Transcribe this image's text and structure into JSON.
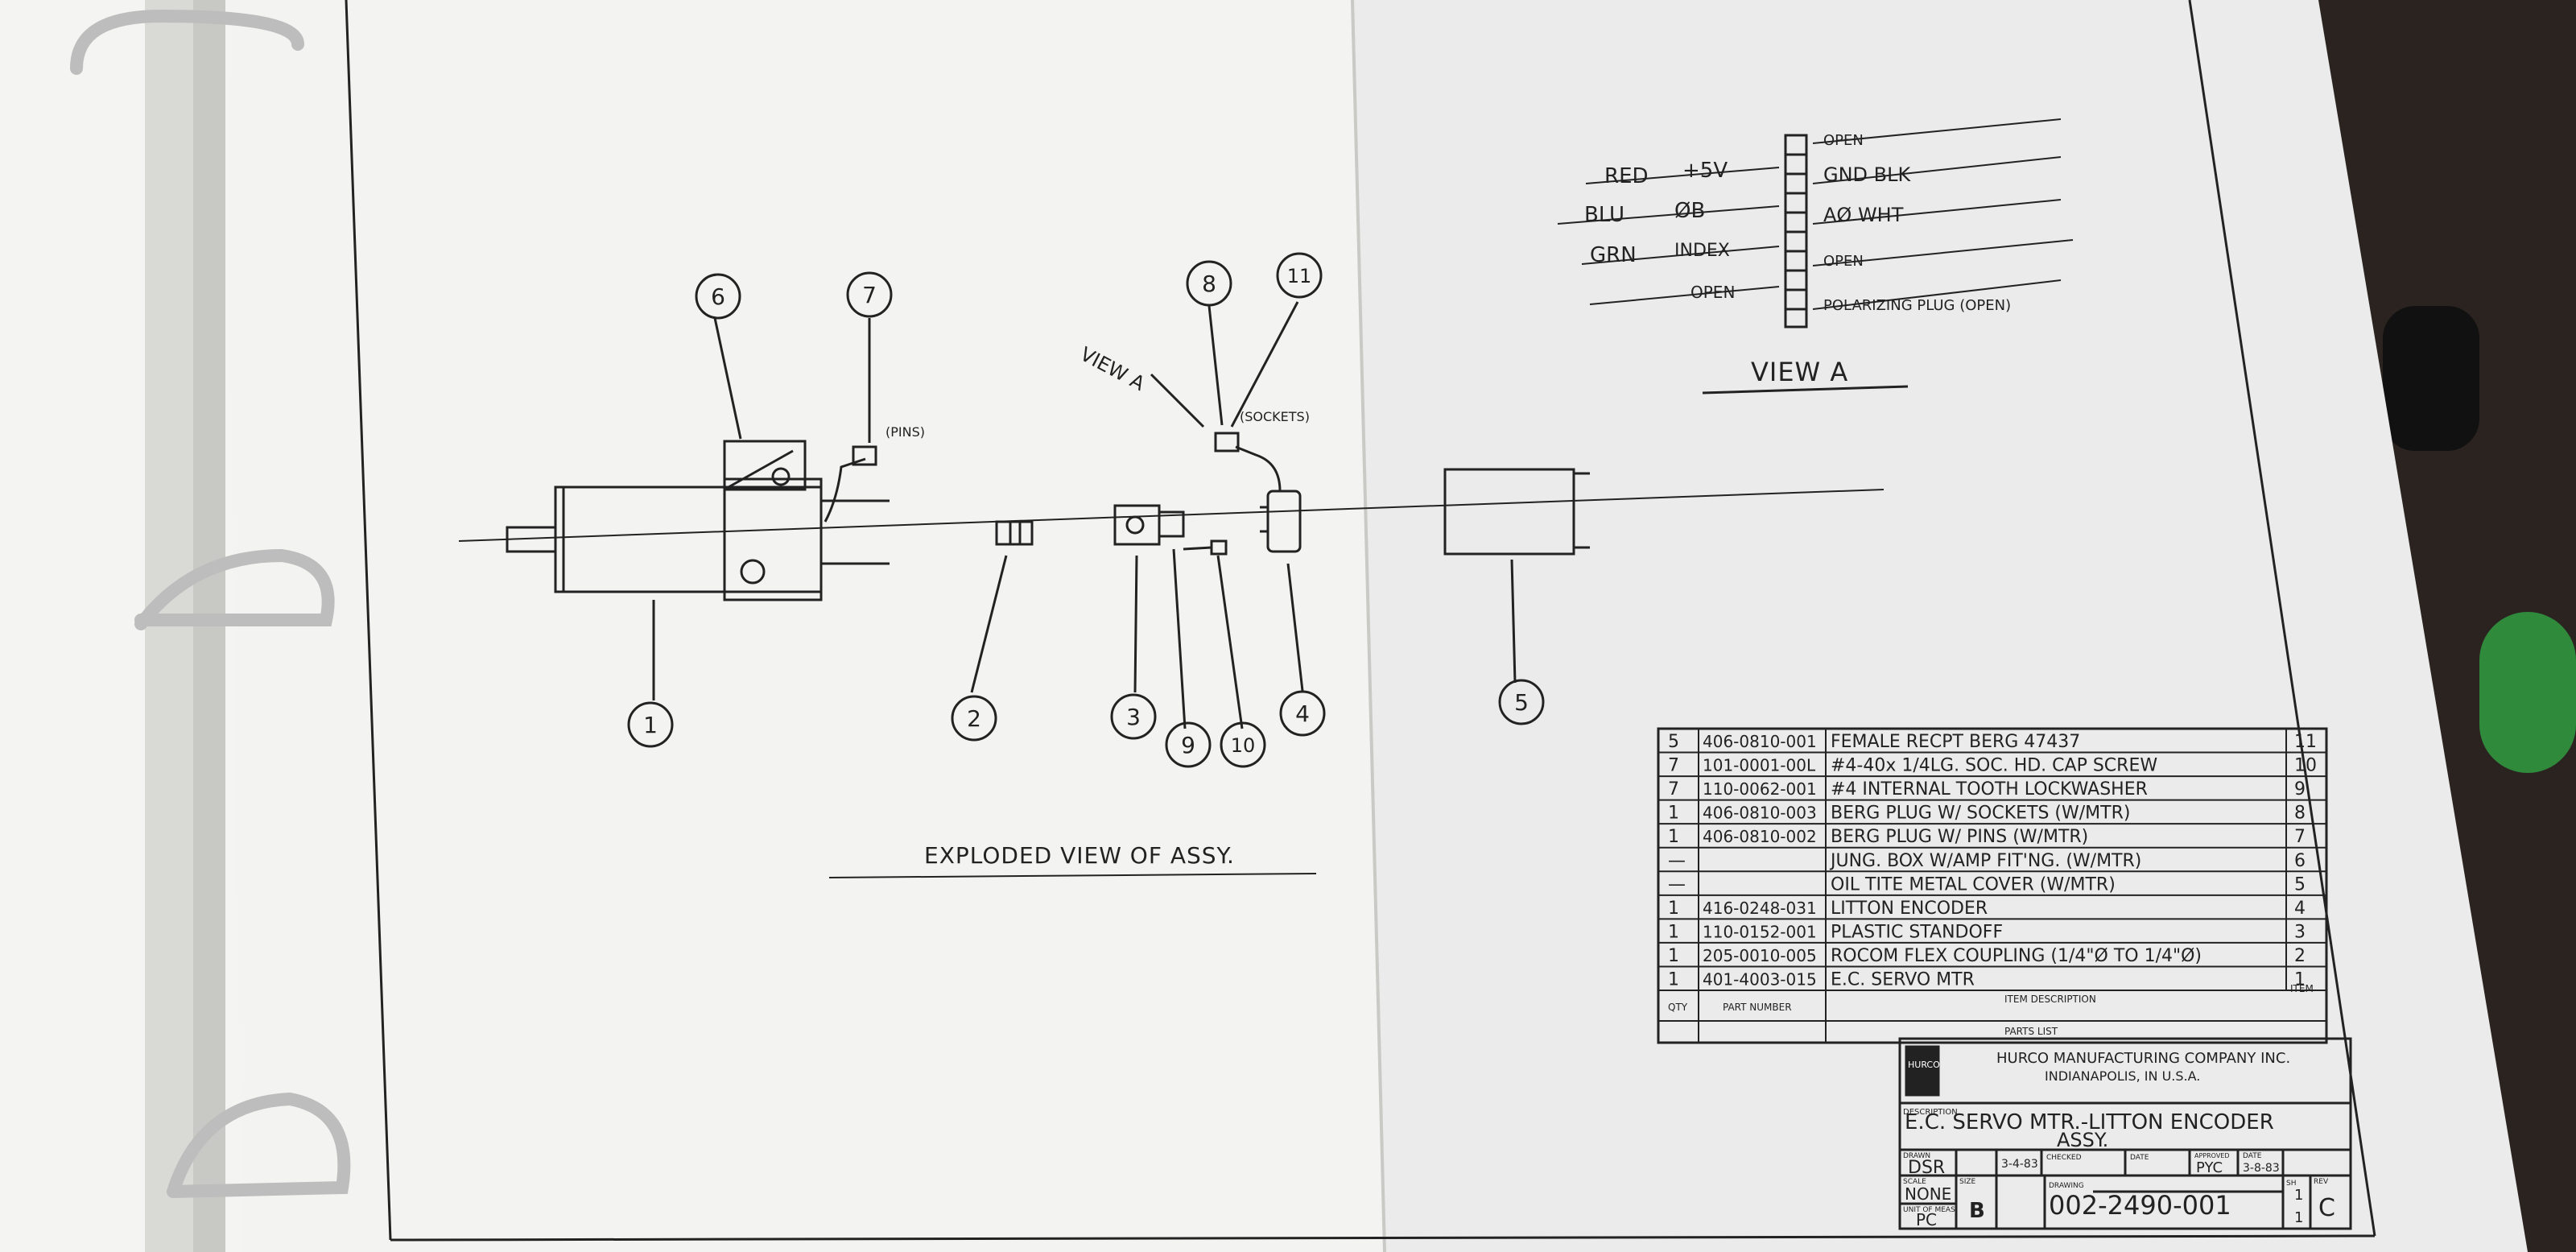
{
  "exploded_view": {
    "callouts": [
      "1",
      "2",
      "3",
      "4",
      "5",
      "6",
      "7",
      "8",
      "9",
      "10",
      "11"
    ],
    "pins_label": "(PINS)",
    "sockets_label": "(SOCKETS)",
    "view_a_pointer": "VIEW A",
    "caption": "EXPLODED VIEW OF ASSY."
  },
  "view_a": {
    "title": "VIEW A",
    "left_labels": [
      {
        "color": "RED",
        "signal": "+5V"
      },
      {
        "color": "BLU",
        "signal": "ØB"
      },
      {
        "color": "GRN",
        "signal": "INDEX"
      },
      {
        "color": "",
        "signal": "OPEN"
      }
    ],
    "right_labels": [
      "OPEN",
      "GND BLK",
      "AØ WHT",
      "OPEN",
      "POLARIZING PLUG (OPEN)"
    ]
  },
  "parts_list": {
    "rows": [
      {
        "qty": "5",
        "part": "406-0810-001",
        "desc": "FEMALE RECPT BERG 47437",
        "item": "11"
      },
      {
        "qty": "7",
        "part": "101-0001-00L",
        "desc": "#4-40x 1/4LG. SOC. HD. CAP SCREW",
        "item": "10"
      },
      {
        "qty": "7",
        "part": "110-0062-001",
        "desc": "#4 INTERNAL TOOTH LOCKWASHER",
        "item": "9"
      },
      {
        "qty": "1",
        "part": "406-0810-003",
        "desc": "BERG PLUG W/ SOCKETS (W/MTR)",
        "item": "8"
      },
      {
        "qty": "1",
        "part": "406-0810-002",
        "desc": "BERG PLUG W/ PINS (W/MTR)",
        "item": "7"
      },
      {
        "qty": "—",
        "part": "",
        "desc": "JUNG. BOX W/AMP FIT'NG. (W/MTR)",
        "item": "6"
      },
      {
        "qty": "—",
        "part": "",
        "desc": "OIL TITE METAL COVER (W/MTR)",
        "item": "5"
      },
      {
        "qty": "1",
        "part": "416-0248-031",
        "desc": "LITTON ENCODER",
        "item": "4"
      },
      {
        "qty": "1",
        "part": "110-0152-001",
        "desc": "PLASTIC STANDOFF",
        "item": "3"
      },
      {
        "qty": "1",
        "part": "205-0010-005",
        "desc": "ROCOM FLEX COUPLING (1/4\"Ø TO 1/4\"Ø)",
        "item": "2"
      },
      {
        "qty": "1",
        "part": "401-4003-015",
        "desc": "E.C. SERVO MTR",
        "item": "1"
      }
    ],
    "header_qty": "QTY",
    "header_part": "PART NUMBER",
    "header_desc": "ITEM DESCRIPTION",
    "header_item": "ITEM",
    "footer": "PARTS LIST"
  },
  "title_block": {
    "logo": "HURCO",
    "company": "HURCO MANUFACTURING COMPANY INC.",
    "city": "INDIANAPOLIS, IN U.S.A.",
    "desc_label": "DESCRIPTION",
    "description_line1": "E.C. SERVO MTR.-LITTON ENCODER",
    "description_line2": "ASSY.",
    "drawn_label": "DRAWN",
    "drawn": "DSR",
    "drawn_date": "3-4-83",
    "checked_label": "CHECKED",
    "date_label": "DATE",
    "approved_label": "APPROVED",
    "approved": "PYC",
    "approved_date_label": "DATE",
    "approved_date": "3-8-83",
    "scale_label": "SCALE",
    "scale": "NONE",
    "size_label": "SIZE",
    "size": "B",
    "drawing_label": "DRAWING",
    "drawing_number": "002-2490-001",
    "sheet_label": "SH",
    "sheet": "1",
    "sheet_of": "1",
    "rev_label": "REV",
    "rev": "C",
    "unit_label": "UNIT OF MEAS",
    "unit": "PC"
  },
  "colors": {
    "paper": "#f2f2f0",
    "paper_right": "#e9eaea",
    "ink": "#222222",
    "background": "#2b2320",
    "ring": "#c9c9c9"
  }
}
